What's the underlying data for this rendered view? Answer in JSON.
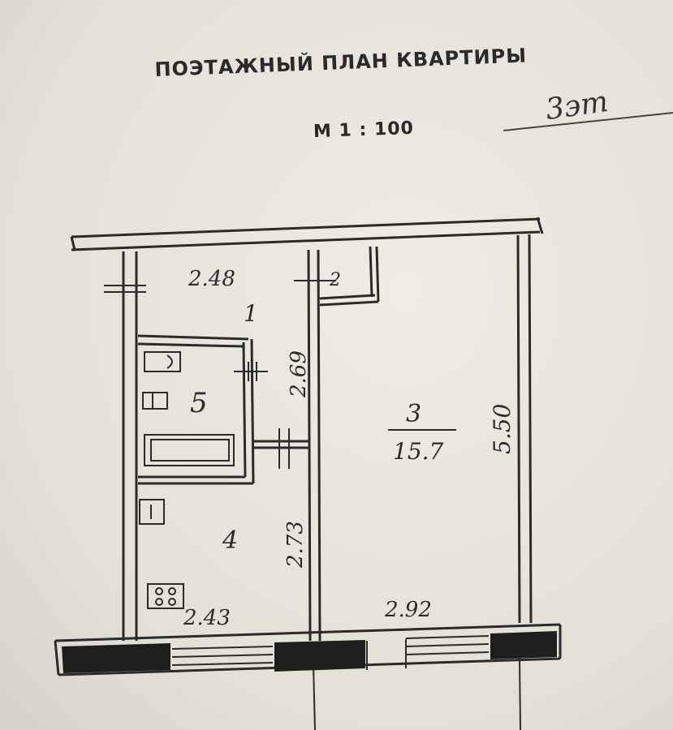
{
  "header": {
    "title": "ПОЭТАЖНЫЙ ПЛАН КВАРТИРЫ",
    "scale": "М 1 : 100",
    "floor_note": "3эт"
  },
  "rooms": {
    "r1": "1",
    "r2": "2",
    "r3": "3",
    "r3_area": "15.7",
    "r4": "4",
    "r5": "5"
  },
  "dimensions": {
    "top_left": "2.48",
    "hall_depth": "2.69",
    "kitchen_depth": "2.73",
    "room_depth": "5.50",
    "bottom_left": "2.43",
    "bottom_right": "2.92"
  },
  "colors": {
    "paper": "#e8e5dc",
    "ink": "#2b2b2b"
  }
}
